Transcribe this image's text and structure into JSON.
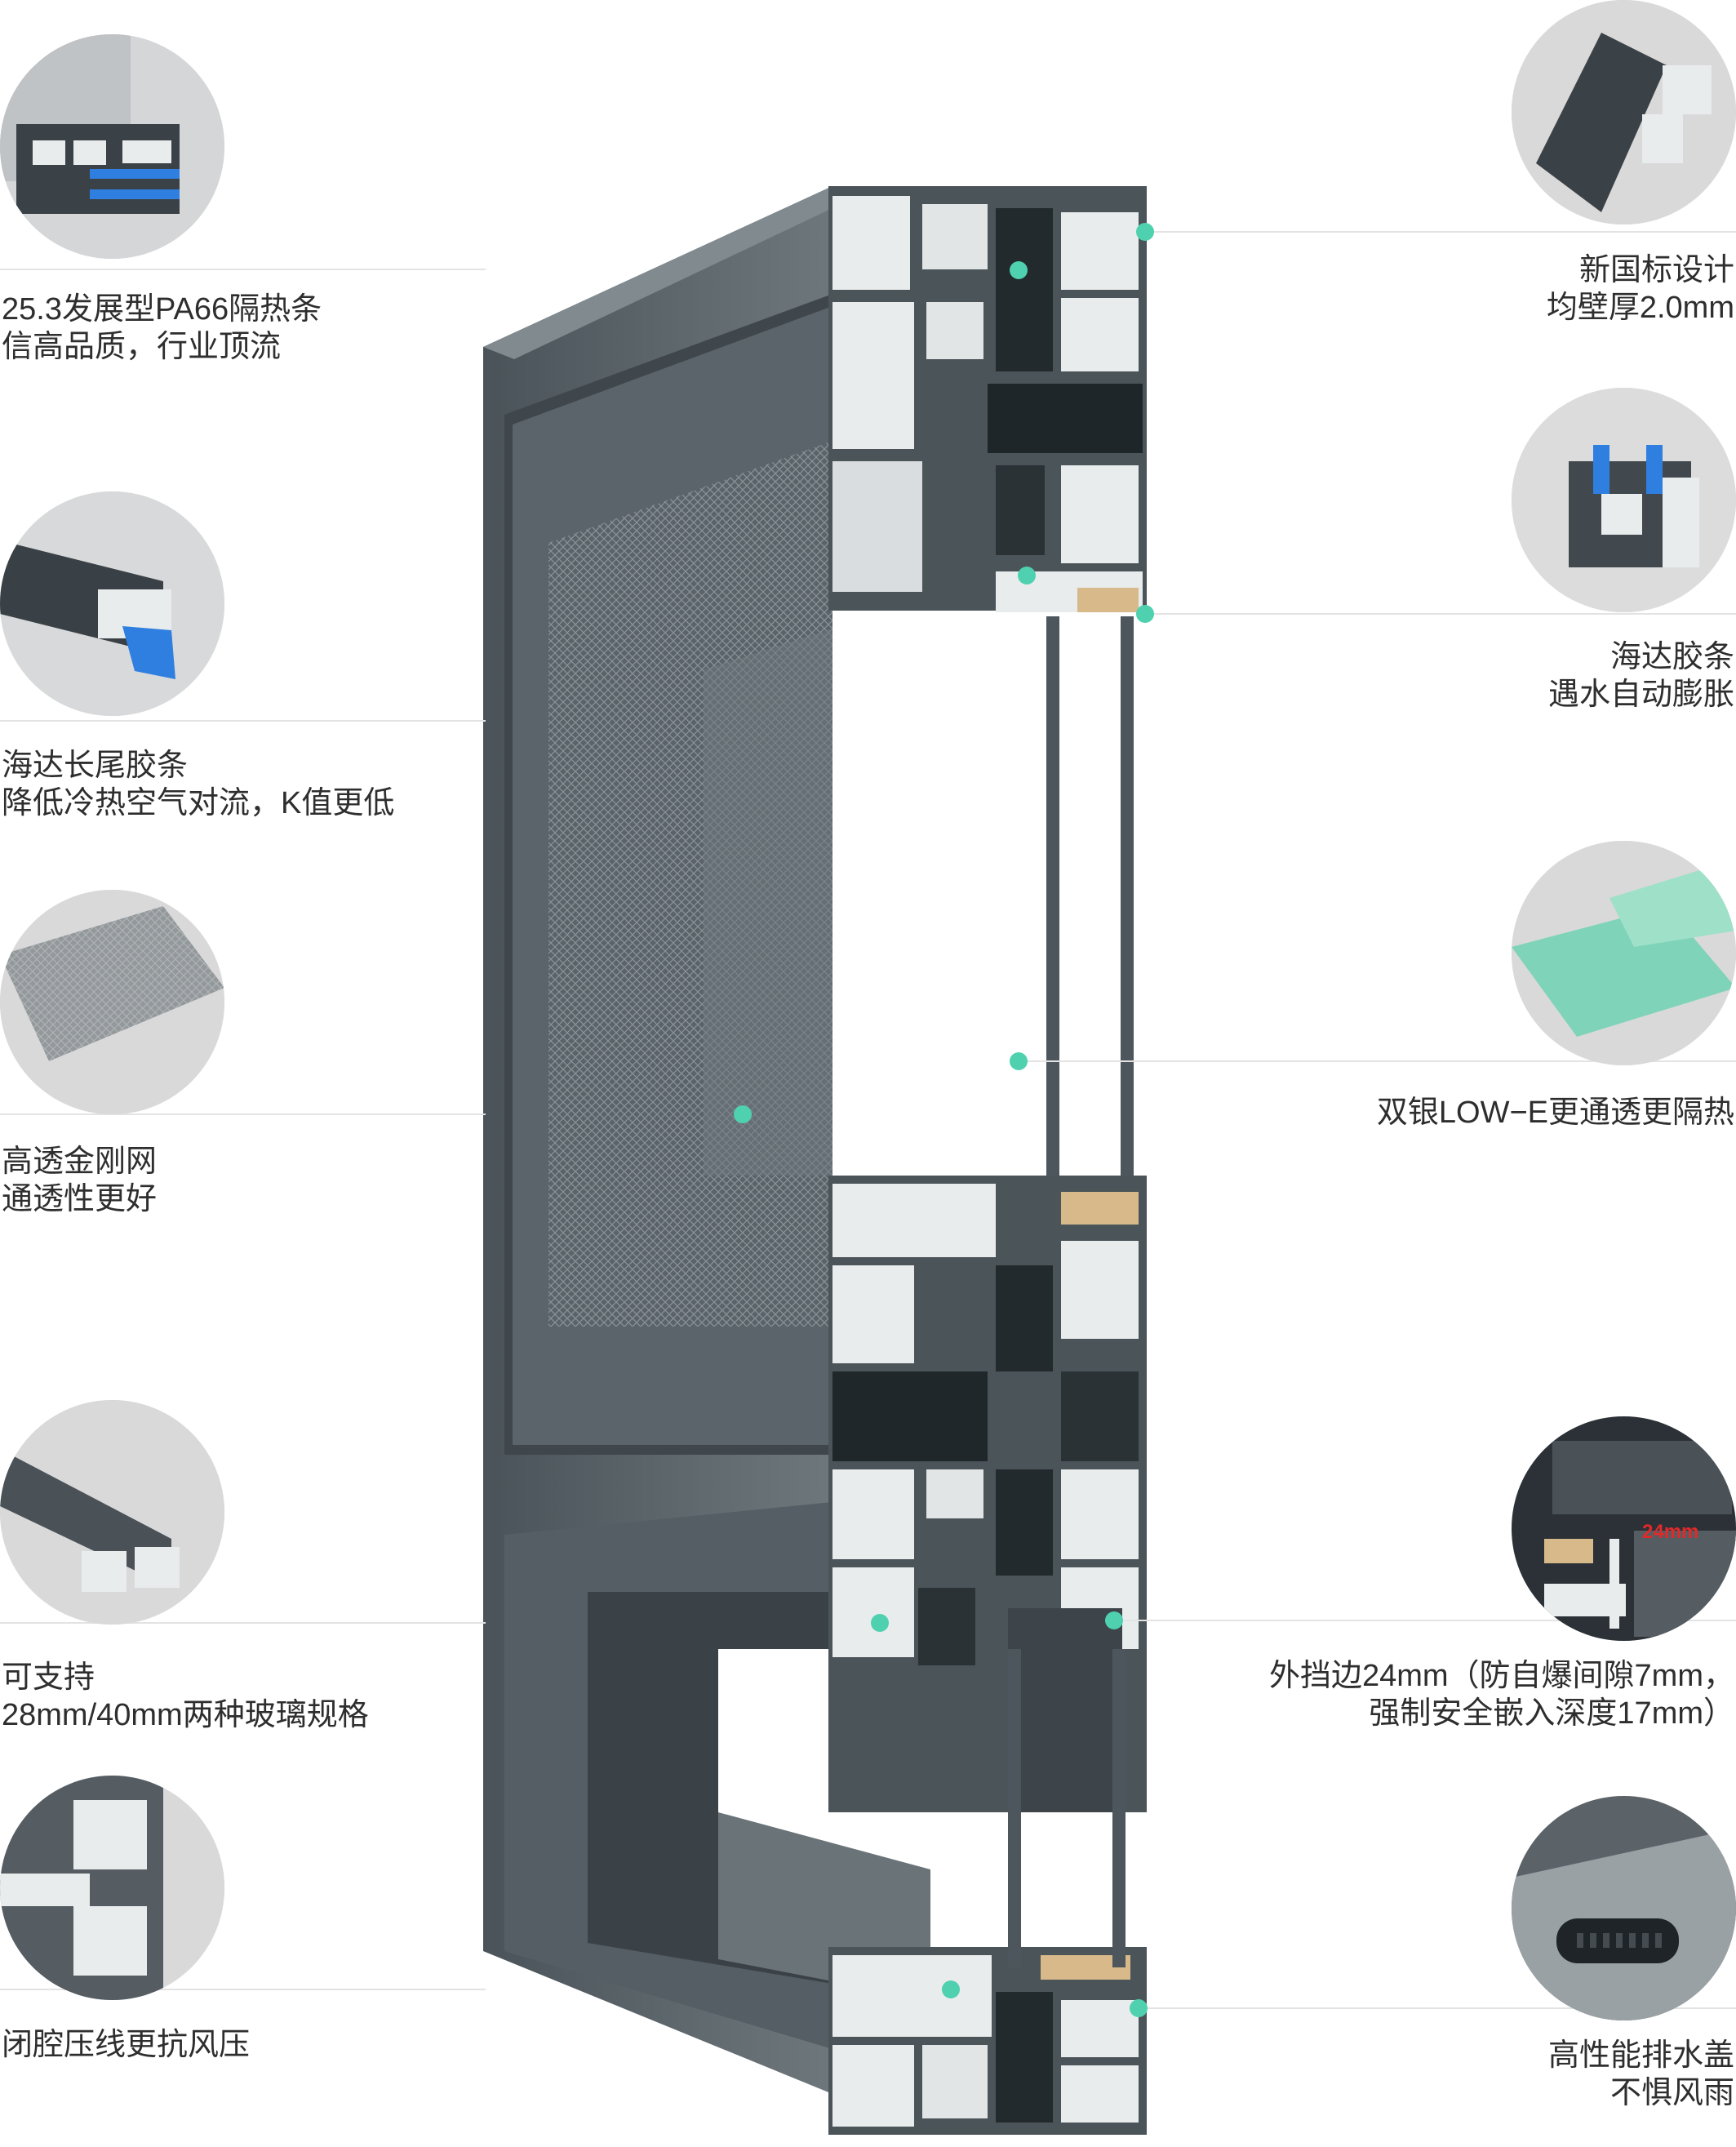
{
  "colors": {
    "frame_dark": "#4d565c",
    "frame_mid": "#6b7479",
    "frame_light": "#8a9297",
    "profile_white": "#e9eced",
    "hotspot": "#4fd1b0",
    "glass_green": "#7fd3b8",
    "seal_blue": "#2f7fe0"
  },
  "features_left": [
    {
      "icon": "thermal-break-strip-icon",
      "lines": [
        "25.3发展型PA66隔热条",
        "信高品质，行业顶流"
      ]
    },
    {
      "icon": "long-tail-gasket-icon",
      "lines": [
        "海达长尾胶条",
        "降低冷热空气对流，K值更低"
      ]
    },
    {
      "icon": "diamond-mesh-icon",
      "lines": [
        "高透金刚网",
        "通透性更好"
      ]
    },
    {
      "icon": "glass-spec-profile-icon",
      "lines": [
        "可支持",
        "28mm/40mm两种玻璃规格"
      ]
    },
    {
      "icon": "closed-cavity-bead-icon",
      "lines": [
        "闭腔压线更抗风压"
      ]
    }
  ],
  "features_right": [
    {
      "icon": "wall-thickness-profile-icon",
      "lines": [
        "新国标设计",
        "均壁厚2.0mm"
      ]
    },
    {
      "icon": "hydro-swelling-gasket-icon",
      "lines": [
        "海达胶条",
        "遇水自动膨胀"
      ]
    },
    {
      "icon": "low-e-glass-icon",
      "lines": [
        "双银LOW−E更通透更隔热"
      ]
    },
    {
      "icon": "glazing-edge-icon",
      "badge": "24mm",
      "lines": [
        "外挡边24mm（防自爆间隙7mm，",
        "强制安全嵌入深度17mm）"
      ]
    },
    {
      "icon": "drain-cover-icon",
      "lines": [
        "高性能排水盖",
        "不惧风雨"
      ]
    }
  ]
}
